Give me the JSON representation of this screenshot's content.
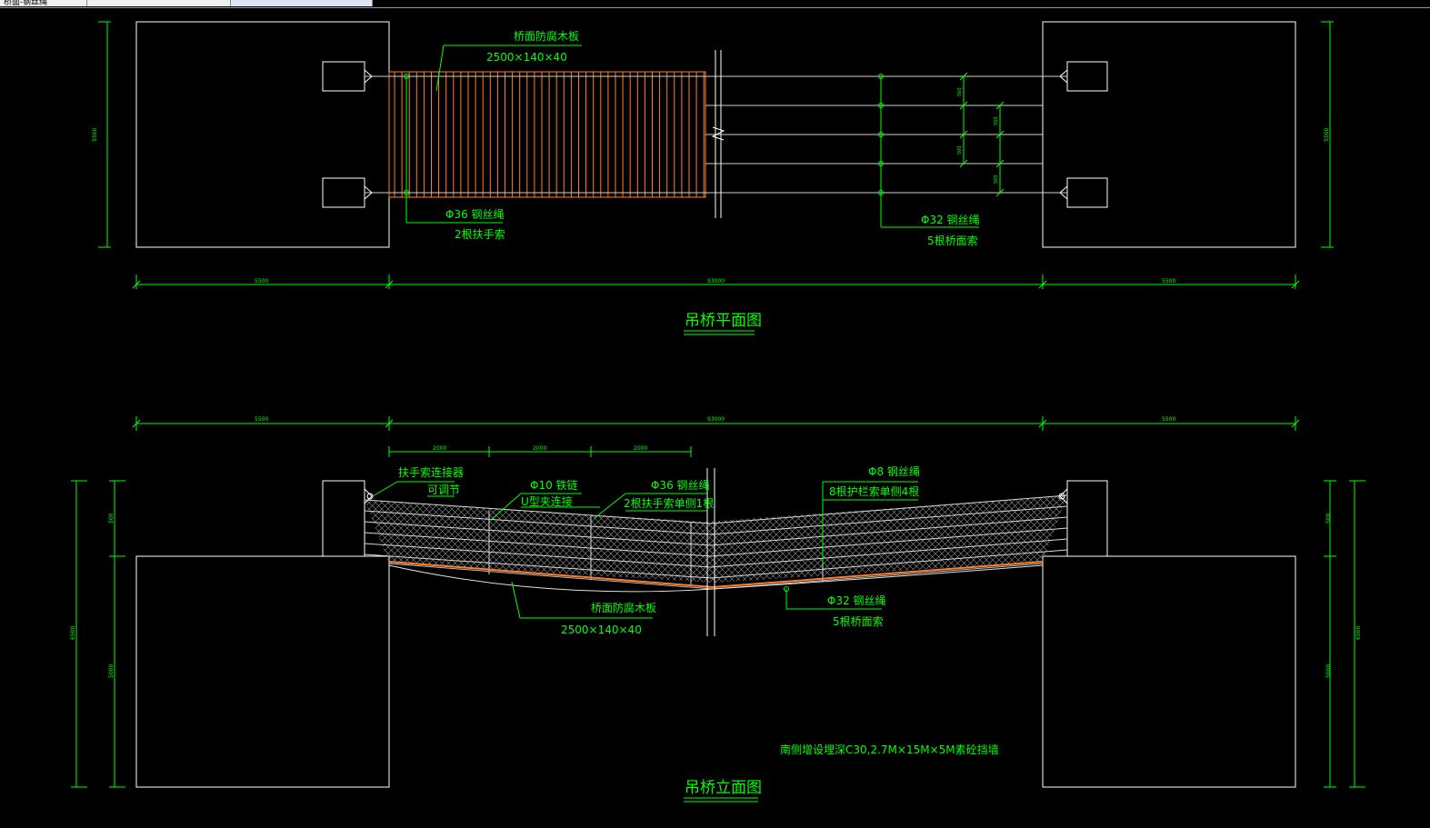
{
  "tabs": [
    {
      "label": "桥面-钢丝绳"
    },
    {
      "label": ""
    },
    {
      "label": ""
    }
  ],
  "plan": {
    "title": "吊桥平面图",
    "deck_board_label": "桥面防腐木板",
    "deck_board_size": "2500×140×40",
    "handrail_rope_spec": "Φ36 钢丝绳",
    "handrail_rope_desc": "2根扶手索",
    "deck_rope_spec": "Φ32 钢丝绳",
    "deck_rope_desc": "5根桥面索",
    "dim_left": "5500",
    "dim_span": "93000",
    "dim_right": "5500",
    "dim_left_height": "5500",
    "dim_right_height": "5500",
    "spacing_1": "500",
    "spacing_2": "500",
    "spacing_3": "500",
    "spacing_4": "500"
  },
  "elevation": {
    "title": "吊桥立面图",
    "dim_left": "5500",
    "dim_span": "93000",
    "dim_right": "5500",
    "seg_1": "2000",
    "seg_2": "2000",
    "seg_3": "2000",
    "connector_label": "扶手索连接器",
    "connector_sub": "可调节",
    "chain_spec": "Φ10 铁链",
    "chain_sub": "U型夹连接",
    "handrail_spec": "Φ36 钢丝绳",
    "handrail_sub": "2根扶手索单侧1根",
    "guard_spec": "Φ8 钢丝绳",
    "guard_sub": "8根护栏索单侧4根",
    "deck_rope_spec": "Φ32 钢丝绳",
    "deck_rope_sub": "5根桥面索",
    "deck_board_label": "桥面防腐木板",
    "deck_board_size": "2500×140×40",
    "note": "南侧增设埋深C30,2.7M×15M×5M素砼挡墙",
    "left_total": "6500",
    "left_upper": "500",
    "left_lower": "5000",
    "right_total": "6500",
    "right_upper": "500",
    "right_lower": "5000"
  },
  "colors": {
    "background": "#000000",
    "outline": "#ffffff",
    "annotation": "#00ff00",
    "deck": "#ff7f27",
    "rope": "#cfcfcf"
  }
}
